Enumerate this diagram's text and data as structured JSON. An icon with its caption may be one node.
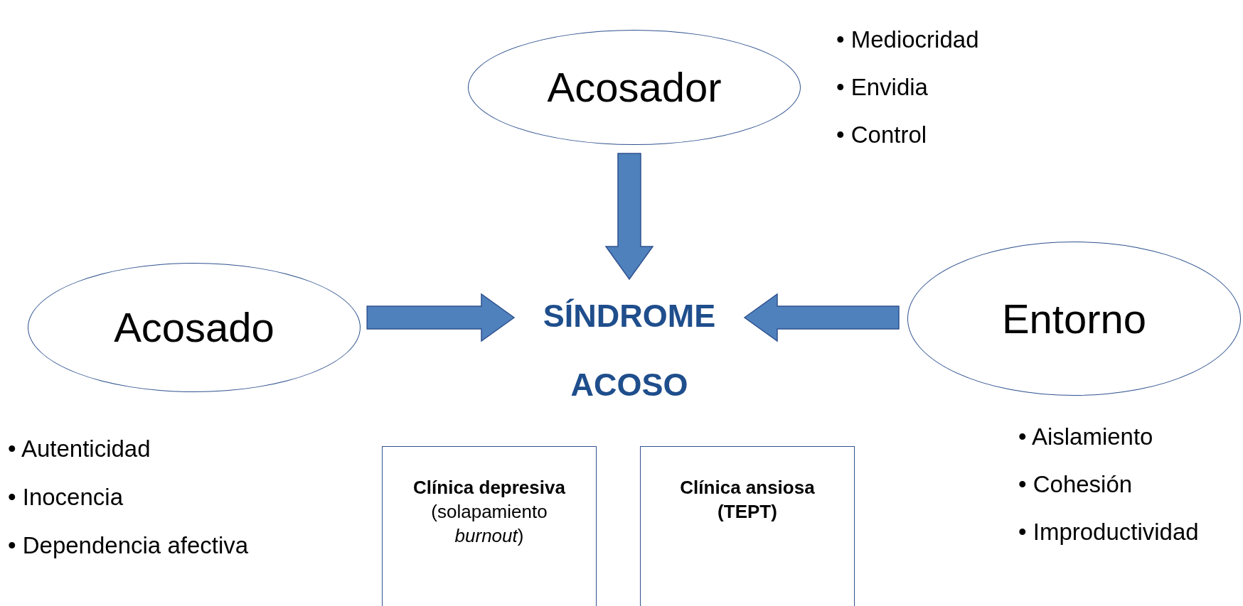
{
  "diagram": {
    "nodes": [
      {
        "text": [
          "Acosador"
        ],
        "beside": [
          "• Mediocridad",
          "• Envidia",
          "• Control"
        ]
      },
      {
        "text": [
          "Acosado"
        ],
        "beside": [
          "• Autenticidad",
          "• Inocencia",
          "• Dependencia afectiva"
        ]
      },
      {
        "text": [
          "Entorno"
        ],
        "beside": [
          "• Aislamiento",
          "• Cohesión",
          "• Improductividad"
        ]
      },
      {
        "text": [
          "SÍNDROME ACOSO"
        ]
      },
      {
        "text": [
          "Clínica depresiva",
          "(solapamiento *burnout*)"
        ]
      },
      {
        "text": [
          "Clínica ansiosa (TEPT)"
        ]
      }
    ],
    "edges": [
      {
        "from": 0,
        "to": 3,
        "arrow": "to"
      },
      {
        "from": 1,
        "to": 3,
        "arrow": "to"
      },
      {
        "from": 2,
        "to": 3,
        "arrow": "to"
      }
    ]
  }
}
